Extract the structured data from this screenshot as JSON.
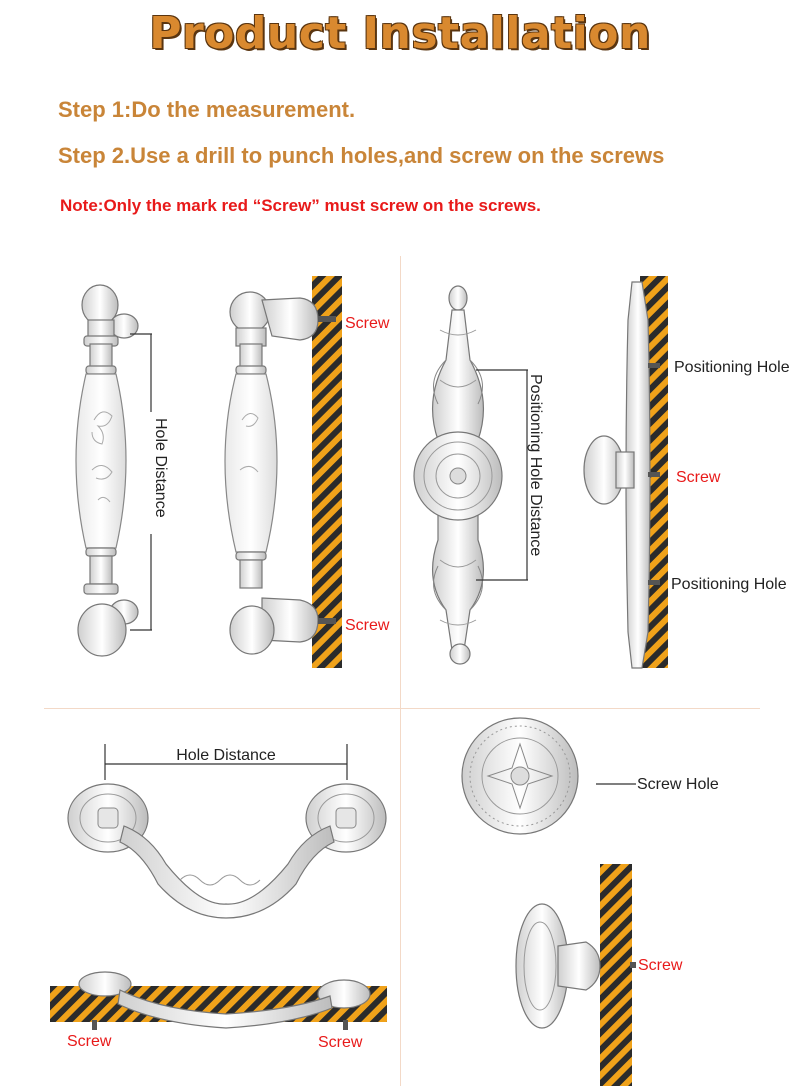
{
  "header": {
    "title": "Product Installation",
    "step1": "Step 1:Do the measurement.",
    "step2": "Step 2.Use a drill to punch holes,and screw on the screws",
    "note": "Note:Only the mark red “Screw” must screw on the screws."
  },
  "panel_top_left": {
    "hole_distance": "Hole Distance",
    "screw_top": "Screw",
    "screw_bottom": "Screw"
  },
  "panel_top_right": {
    "positioning_hole_distance": "Positioning Hole Distance",
    "positioning_hole_top": "Positioning Hole",
    "screw": "Screw",
    "positioning_hole_bottom": "Positioning Hole"
  },
  "panel_bottom_left": {
    "hole_distance": "Hole Distance",
    "screw_left": "Screw",
    "screw_right": "Screw"
  },
  "panel_bottom_right": {
    "screw_hole": "Screw Hole",
    "screw": "Screw"
  },
  "colors": {
    "title": "#d9892f",
    "step_text": "#c98538",
    "note_text": "#e81a1a",
    "stripe_orange": "#f0a21a",
    "stripe_dark": "#2b2b2b"
  }
}
